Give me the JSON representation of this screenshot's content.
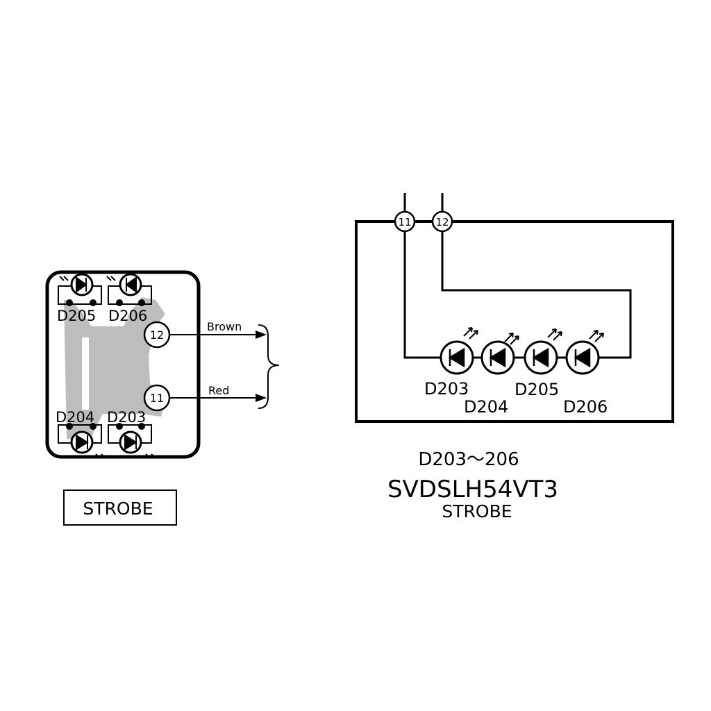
{
  "board": {
    "terminals": {
      "t12": "12",
      "t11": "11"
    },
    "leds": {
      "d205": "D205",
      "d206": "D206",
      "d204": "D204",
      "d203": "D203"
    },
    "wires": {
      "brown": "Brown",
      "red": "Red"
    },
    "label": "STROBE"
  },
  "schematic": {
    "terminals": {
      "t11": "11",
      "t12": "12"
    },
    "leds": {
      "d203": "D203",
      "d204": "D204",
      "d205": "D205",
      "d206": "D206"
    },
    "range_label": "D203～206",
    "part_number": "SVDSLH54VT3",
    "caption": "STROBE"
  }
}
